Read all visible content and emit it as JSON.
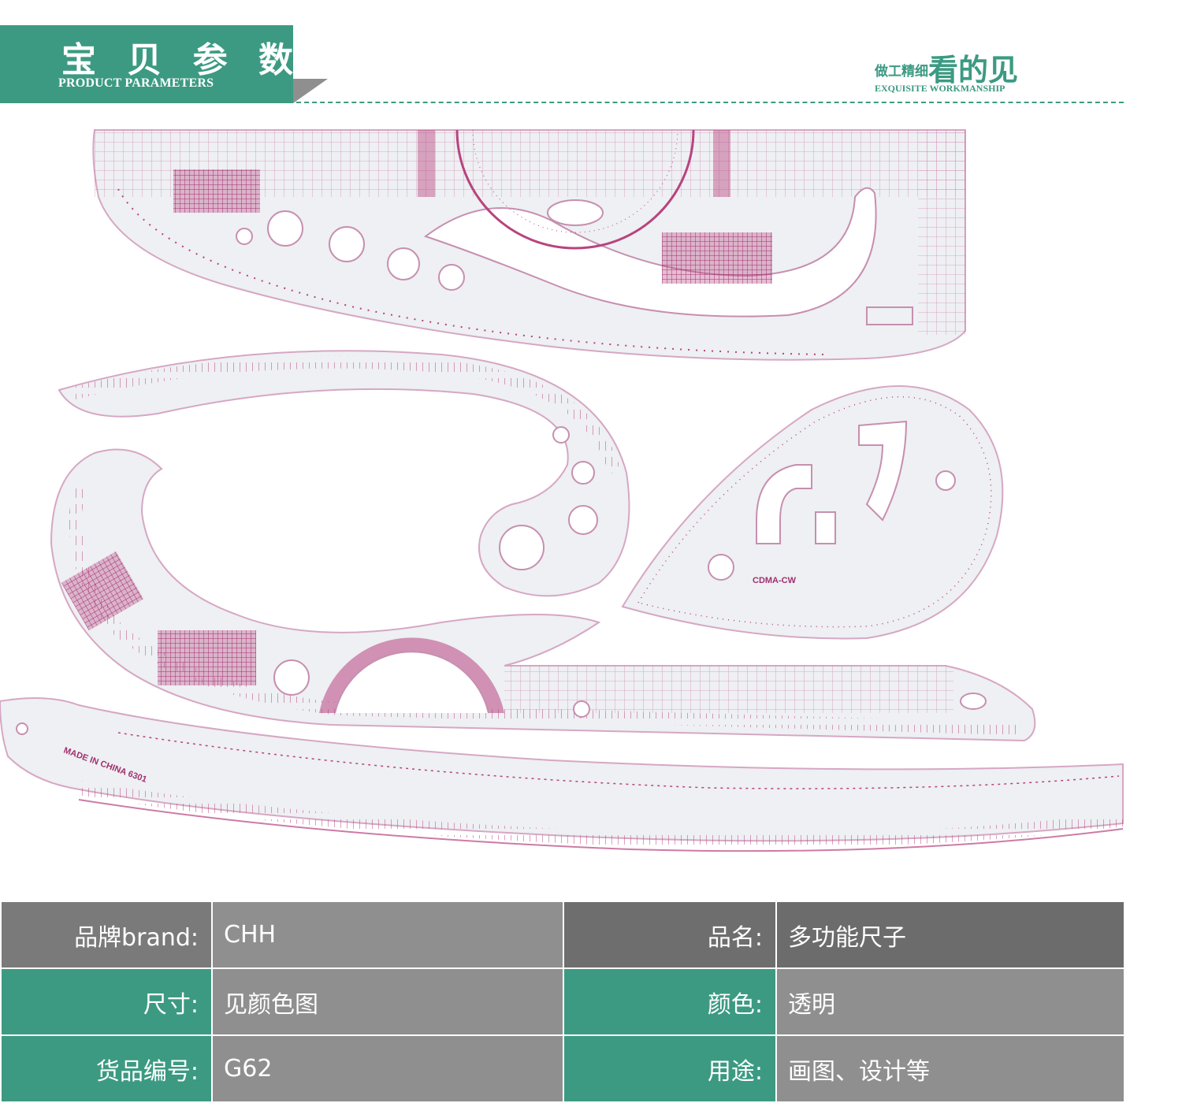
{
  "header": {
    "title": "宝 贝 参 数",
    "subtitle": "PRODUCT PARAMETERS",
    "tagline_small": "做工精细",
    "tagline_big": "看的见",
    "tagline_sub": "EXQUISITE WORKMANSHIP"
  },
  "photo": {
    "ruler_text_1": "MADE IN CHINA 6301",
    "ruler_text_2": "CDMA-CW"
  },
  "params": {
    "brand_label": "品牌brand:",
    "brand_value": "CHH",
    "name_label": "品名:",
    "name_value": "多功能尺子",
    "size_label": "尺寸:",
    "size_value": "见颜色图",
    "color_label": "颜色:",
    "color_value": "透明",
    "item_label": "货品编号:",
    "item_value": "G62",
    "usage_label": "用途:",
    "usage_value": "画图、设计等"
  },
  "colors": {
    "brand_green": "#3c9a82",
    "table_gray": "#8f8f8f",
    "table_dark_gray": "#6e6e6e",
    "ruler_magenta": "#b8437f"
  }
}
